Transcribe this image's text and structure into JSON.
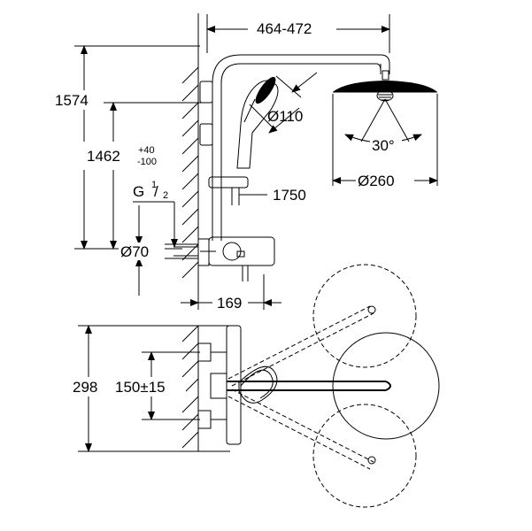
{
  "dimensions": {
    "arm_reach": "464-472",
    "total_height": "1574",
    "mixer_height_base": "1462",
    "mixer_height_tol_plus": "+40",
    "mixer_height_tol_minus": "-100",
    "thread_label": "G",
    "thread_num": "1",
    "thread_den": "2",
    "connection_diameter": "Ø70",
    "hand_shower_diameter": "Ø110",
    "head_shower_angle": "30°",
    "head_shower_diameter": "Ø260",
    "hose_length": "1750",
    "spout_projection": "169",
    "rotation_width": "298",
    "connection_spacing": "150±15"
  }
}
